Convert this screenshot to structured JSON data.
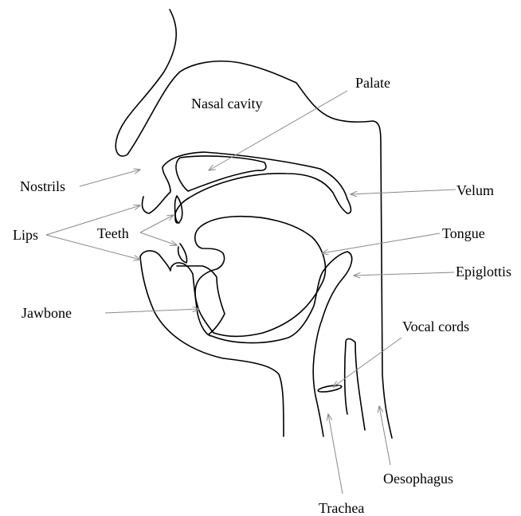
{
  "labels": {
    "nasal_cavity": "Nasal cavity",
    "palate": "Palate",
    "nostrils": "Nostrils",
    "velum": "Velum",
    "lips": "Lips",
    "teeth": "Teeth",
    "tongue": "Tongue",
    "epiglottis": "Epiglottis",
    "jawbone": "Jawbone",
    "vocal_cords": "Vocal cords",
    "oesophagus": "Oesophagus",
    "trachea": "Trachea"
  },
  "colors": {
    "outline": "#000000",
    "pointer": "#8a8a8a",
    "background": "#ffffff"
  }
}
